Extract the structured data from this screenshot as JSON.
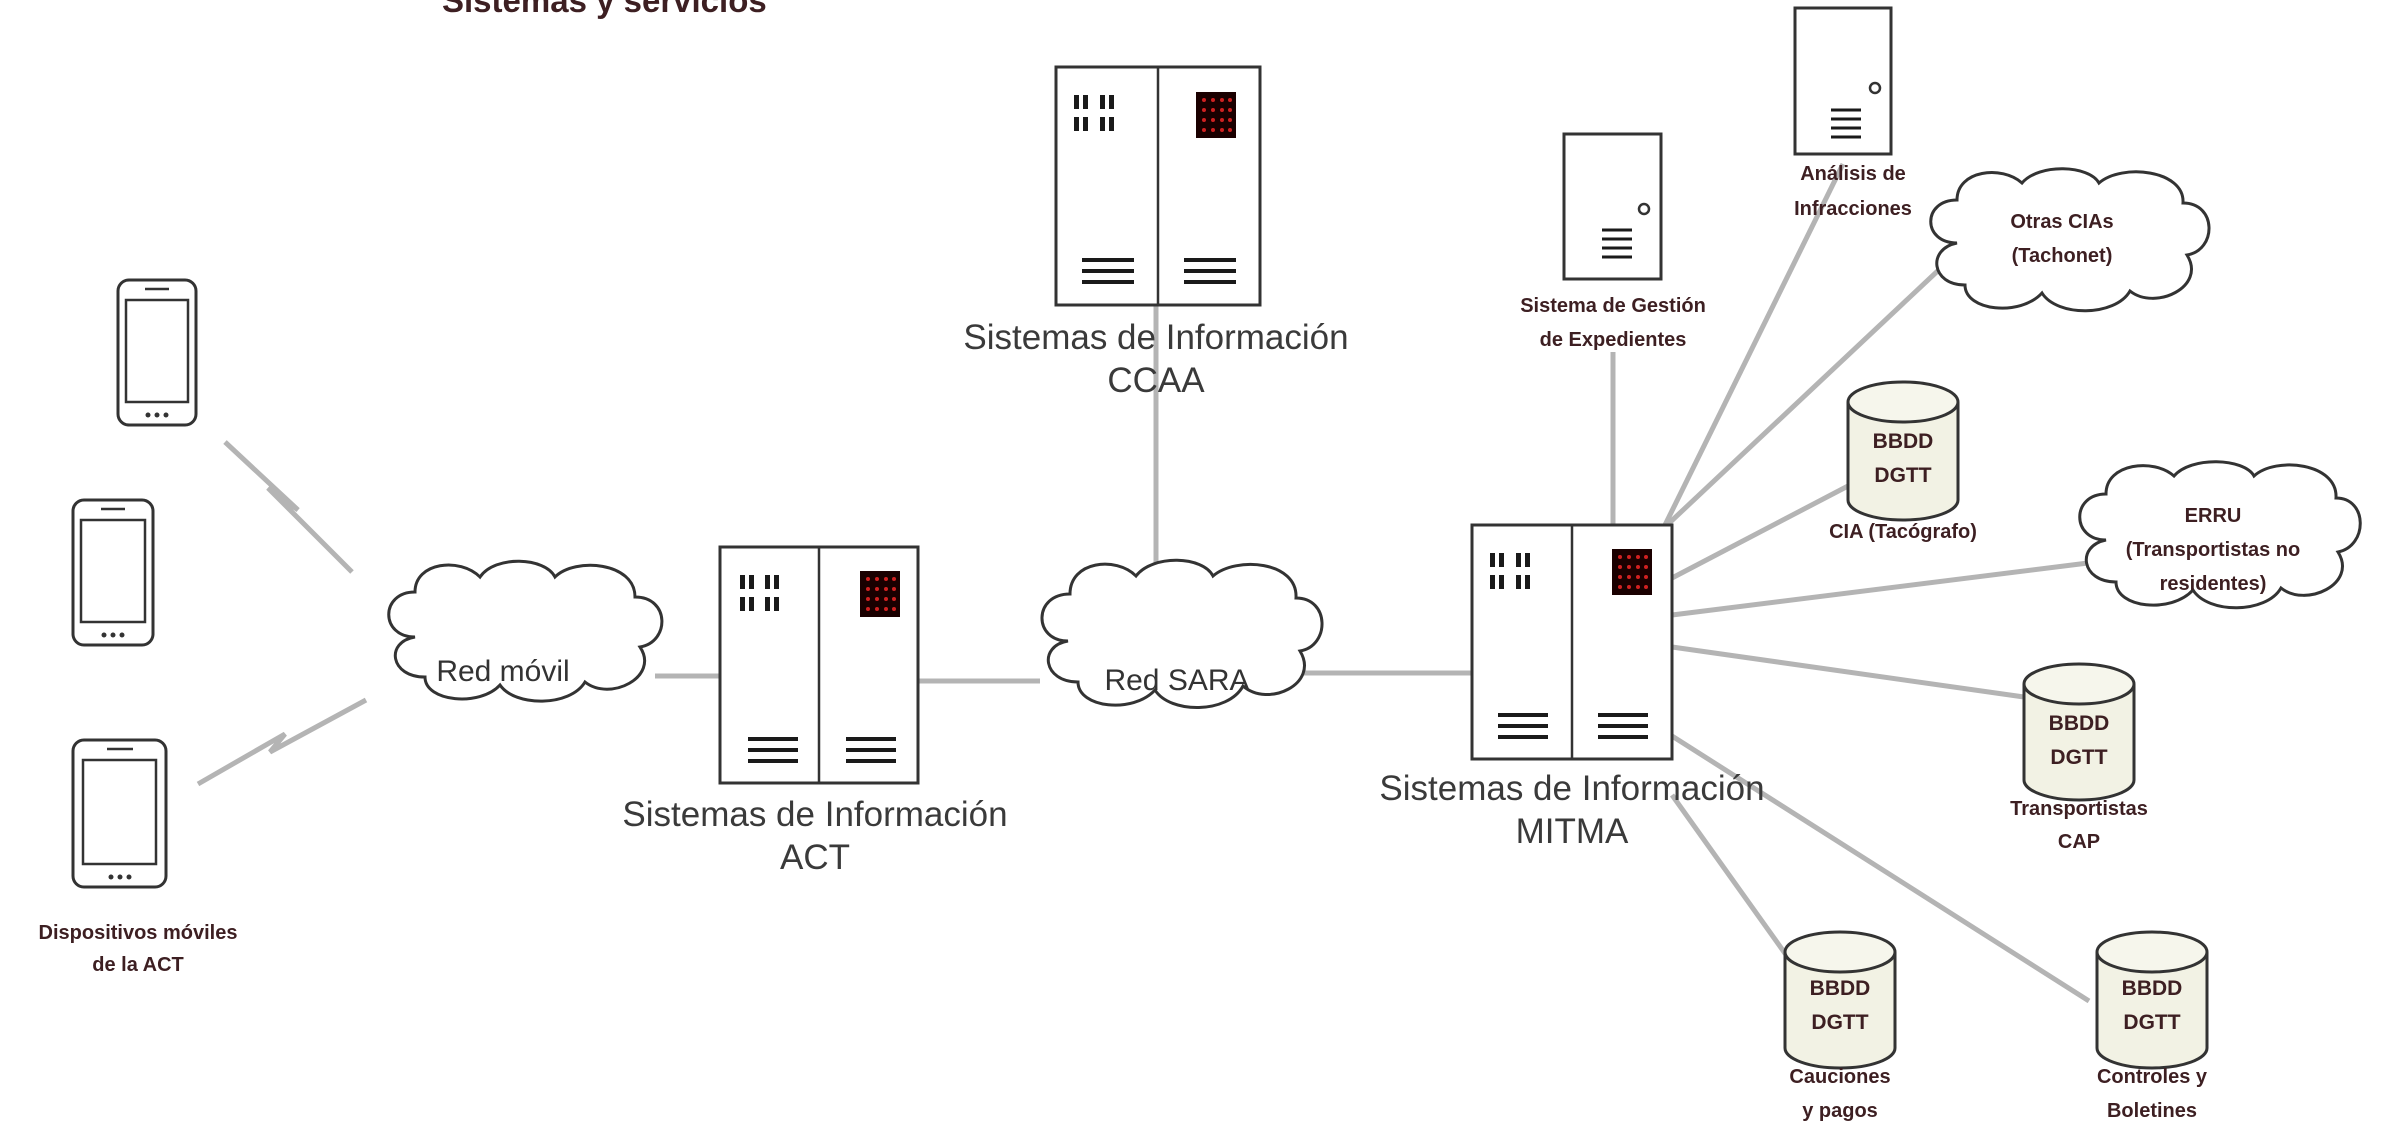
{
  "title": "Sistemas y servicios",
  "nodes": {
    "ccaa": {
      "line1": "Sistemas de Información",
      "line2": "CCAA"
    },
    "act": {
      "line1": "Sistemas de Información",
      "line2": "ACT"
    },
    "mitma": {
      "line1": "Sistemas de Información",
      "line2": "MITMA"
    },
    "red_movil": {
      "label": "Red móvil"
    },
    "red_sara": {
      "label": "Red SARA"
    },
    "mobiles": {
      "line1": "Dispositivos móviles",
      "line2": "de la ACT"
    },
    "analisis": {
      "line1": "Análisis de",
      "line2": "Infracciones"
    },
    "expedientes": {
      "line1": "Sistema de Gestión",
      "line2": "de Expedientes"
    },
    "otras_cias": {
      "line1": "Otras CIAs",
      "line2": "(Tachonet)"
    },
    "erru": {
      "line1": "ERRU",
      "line2": "(Transportistas no",
      "line3": "residentes)"
    },
    "db_cia": {
      "db1": "BBDD",
      "db2": "DGTT",
      "line1": "CIA (Tacógrafo)"
    },
    "db_transportistas": {
      "db1": "BBDD",
      "db2": "DGTT",
      "line1": "Transportistas",
      "line2": "CAP"
    },
    "db_cauciones": {
      "db1": "BBDD",
      "db2": "DGTT",
      "line1": "Cauciones",
      "line2": "y pagos"
    },
    "db_controles": {
      "db1": "BBDD",
      "db2": "DGTT",
      "line1": "Controles y",
      "line2": "Boletines"
    }
  },
  "icons": [
    "smartphone-icon",
    "server-rack-icon",
    "server-tower-icon",
    "database-icon",
    "cloud-icon",
    "wireless-link-icon"
  ]
}
